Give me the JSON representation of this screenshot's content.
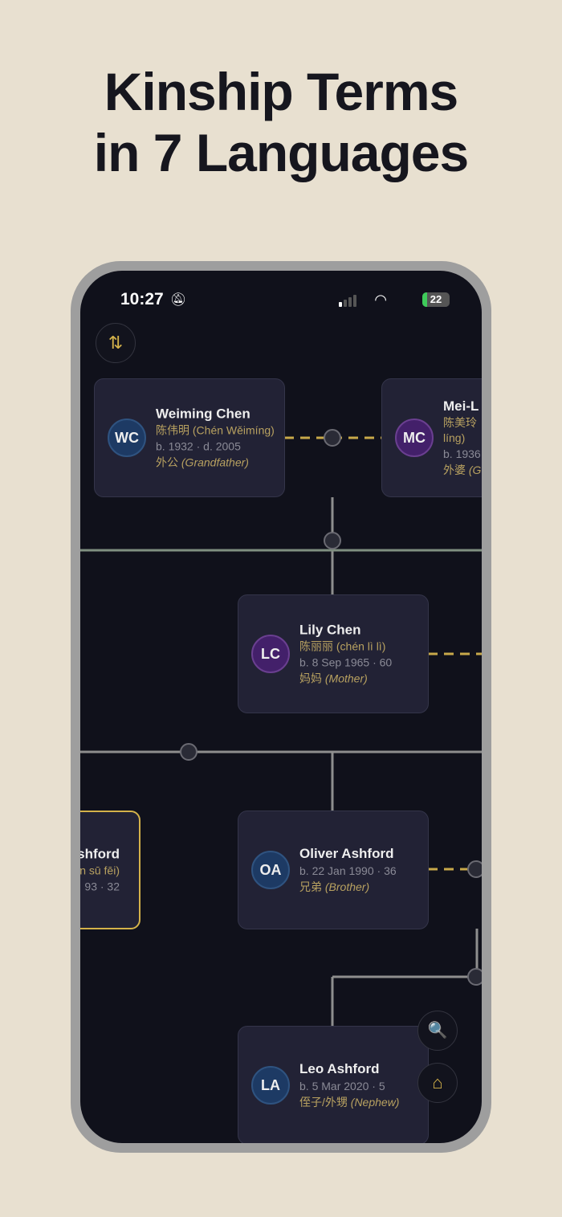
{
  "headline": {
    "line1": "Kinship Terms",
    "line2": "in 7 Languages"
  },
  "status": {
    "time": "10:27",
    "battery": "22"
  },
  "buttons": {
    "sort_icon": "⇅",
    "search_icon": "🔍",
    "home_icon": "⌂"
  },
  "cards": [
    {
      "initials": "WC",
      "name": "Weiming Chen",
      "native": "陈伟明 (Chén Wěimíng)",
      "dates": "b. 1932 · d. 2005",
      "term_native": "外公",
      "term_en": "(Grandfather)"
    },
    {
      "initials": "MC",
      "name": "Mei-L",
      "native": "陈美玲 líng)",
      "dates": "b. 1936",
      "term_native": "外婆",
      "term_en": "(G"
    },
    {
      "initials": "LC",
      "name": "Lily Chen",
      "native": "陈丽丽 (chén lì lì)",
      "dates": "b. 8 Sep 1965 · 60",
      "term_native": "妈妈",
      "term_en": "(Mother)"
    },
    {
      "name": "shford",
      "native": "n sū fēi)",
      "dates": "93 · 32"
    },
    {
      "initials": "OA",
      "name": "Oliver Ashford",
      "dates": "b. 22 Jan 1990 · 36",
      "term_native": "兄弟",
      "term_en": "(Brother)"
    },
    {
      "initials": "LA",
      "name": "Leo Ashford",
      "dates": "b. 5 Mar 2020 · 5",
      "term_native": "侄子/外甥",
      "term_en": "(Nephew)"
    }
  ],
  "colors": {
    "accent": "#d4b24a",
    "background": "#10111b",
    "card": "#222235"
  }
}
